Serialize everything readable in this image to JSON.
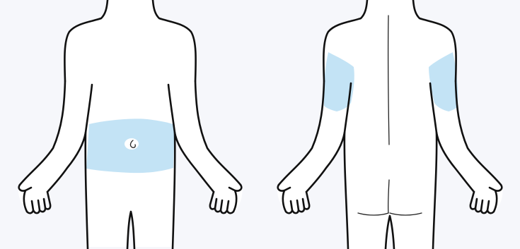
{
  "diagram": {
    "views": [
      {
        "id": "front",
        "injection_sites": [
          "abdomen"
        ]
      },
      {
        "id": "back",
        "injection_sites": [
          "left-upper-arm",
          "right-upper-arm"
        ]
      }
    ],
    "colors": {
      "background": "#f6f7fb",
      "body": "#ffffff",
      "outline": "#111111",
      "highlight": "#c3e3f5",
      "navel": "#ffffff"
    }
  }
}
